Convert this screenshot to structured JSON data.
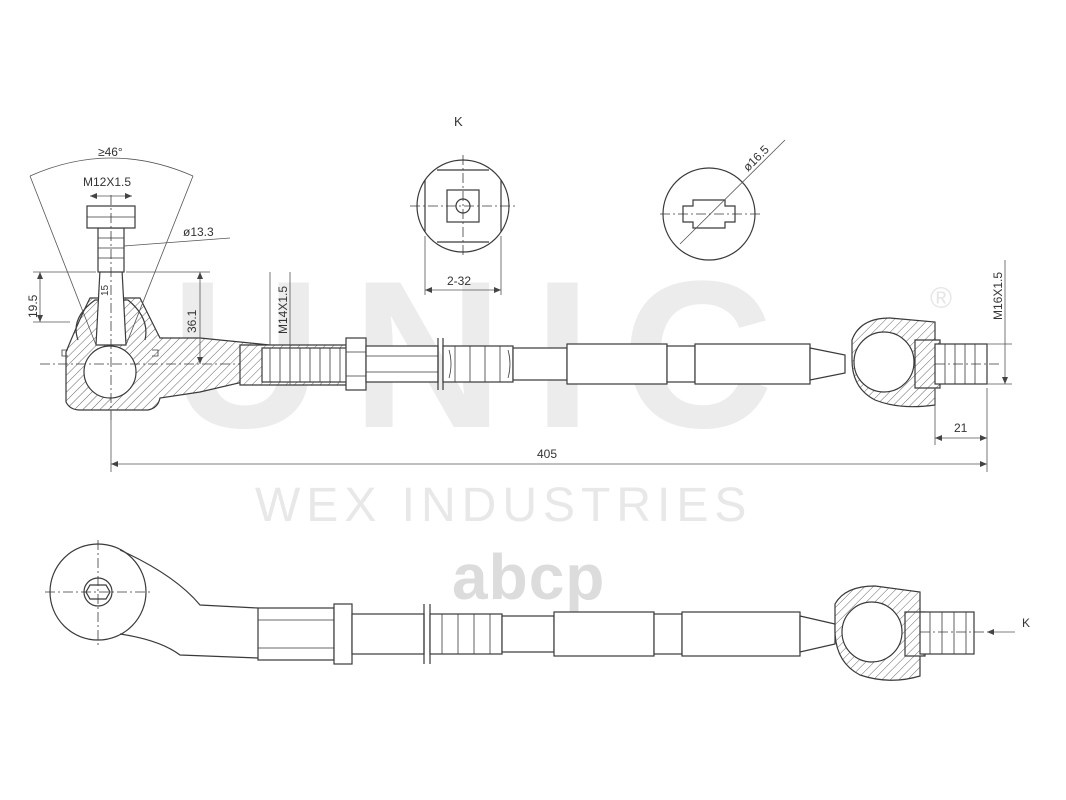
{
  "watermark": {
    "brand": "UNIC",
    "registered": "®",
    "subtitle": "WEX INDUSTRIES",
    "site": "abcp"
  },
  "view_labels": {
    "section_top": "K",
    "arrow_side": "K"
  },
  "dimensions": {
    "angle": "≥46°",
    "thread_ball_pin": "M12X1.5",
    "dia_ball_pin": "ø13.3",
    "height_ball": "19.5",
    "cone_len": "15",
    "height_outer": "36.1",
    "thread_outer_rod": "M14X1.5",
    "across_flats": "2-32",
    "dia_inner": "ø16.5",
    "thread_inner": "M16X1.5",
    "thread_len": "21",
    "total_length": "405"
  }
}
